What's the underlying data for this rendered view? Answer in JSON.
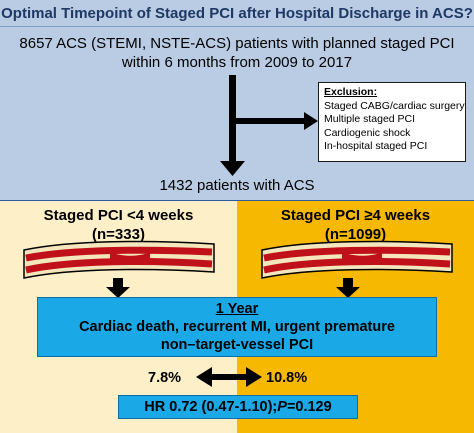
{
  "title": "Optimal Timepoint of Staged PCI after Hospital Discharge in ACS?",
  "cohort": {
    "line1": "8657 ACS (STEMI, NSTE-ACS) patients with planned staged PCI",
    "line2": "within 6 months from 2009 to 2017"
  },
  "exclusion": {
    "heading": "Exclusion:",
    "items": [
      "Staged CABG/cardiac surgery",
      "Multiple staged PCI",
      "Cardiogenic shock",
      "In-hospital staged PCI"
    ]
  },
  "included": "1432 patients with ACS",
  "groups": {
    "left": {
      "label": "Staged PCI <4 weeks",
      "n": "(n=333)"
    },
    "right": {
      "label": "Staged PCI  ≥4 weeks",
      "n": "(n=1099)"
    }
  },
  "outcome": {
    "title": "1 Year",
    "line1": "Cardiac death, recurrent MI, urgent premature",
    "line2": "non–target-vessel PCI"
  },
  "rates": {
    "left": "7.8%",
    "right": "10.8%"
  },
  "hazard": {
    "prefix": "HR 0.72 (0.47-1.10); ",
    "p_label": "P",
    "p_value": "=0.129"
  },
  "colors": {
    "title_bg": "#b9cce4",
    "left_panel": "#fdf0c8",
    "right_panel": "#f6b800",
    "outcome_box": "#1aa9e6",
    "plaque": "#c0101a"
  },
  "icons": [
    "down-arrow-icon",
    "right-arrow-icon",
    "double-arrow-icon",
    "vessel-icon"
  ]
}
